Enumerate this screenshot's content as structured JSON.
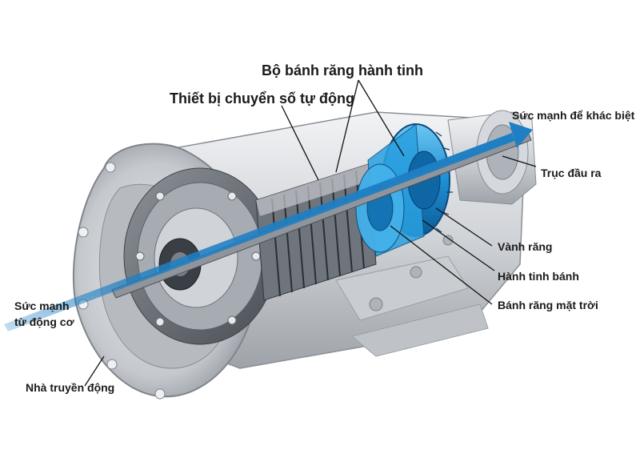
{
  "diagram": {
    "labels": {
      "planetary_gearset": "Bộ bánh răng hành tinh",
      "automatic_shifter": "Thiết bị chuyển số tự động",
      "power_out": "Sức mạnh để khác biệt",
      "output_shaft": "Trục đầu ra",
      "ring_gear": "Vành răng",
      "planet_gears": "Hành tinh bánh",
      "sun_gear": "Bánh răng mặt trời",
      "power_in_line1": "Sức mạnh",
      "power_in_line2": "từ động cơ",
      "housing": "Nhà truyền động"
    },
    "colors": {
      "flow_arrow": "#1e7fc4",
      "gearset_highlight": "#2aa0e0",
      "housing_metal": "#d8dadd",
      "leader_line": "#111111"
    }
  }
}
